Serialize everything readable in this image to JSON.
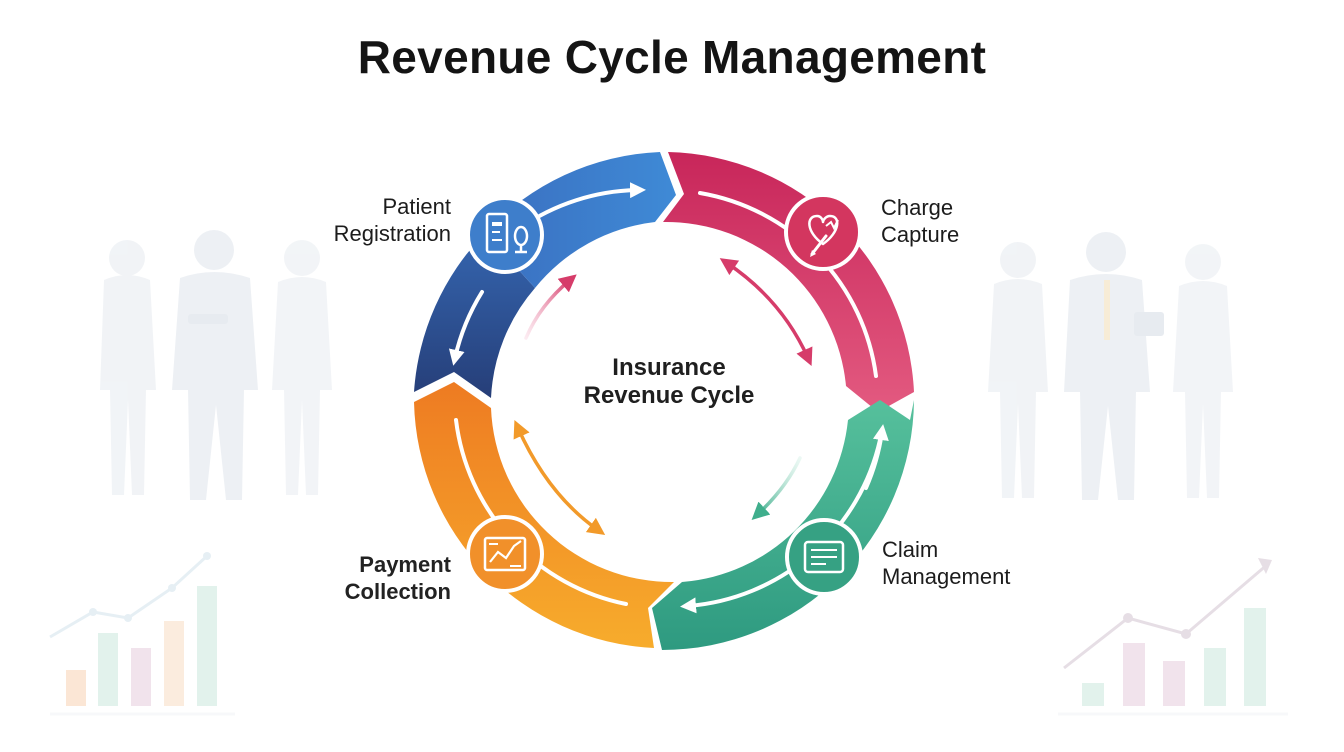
{
  "title": "Revenue Cycle Management",
  "center": {
    "line1": "Insurance",
    "line2": "Revenue Cycle"
  },
  "stages": [
    {
      "id": "registration",
      "line1": "Patient",
      "line2": "Registration",
      "color": "#3f7fcb",
      "icon": "clipboard-icon"
    },
    {
      "id": "charge",
      "line1": "Charge",
      "line2": "Capture",
      "color": "#d63c6a",
      "icon": "heart-pen-icon"
    },
    {
      "id": "claim",
      "line1": "Claim",
      "line2": "Management",
      "color": "#3fae8c",
      "icon": "claim-document-icon"
    },
    {
      "id": "payment",
      "line1": "Payment",
      "line2": "Collection",
      "color": "#f29a2a",
      "icon": "chart-icon"
    }
  ],
  "colors": {
    "blue": "#3f7fcb",
    "navy": "#2c4a86",
    "magenta": "#d63c6a",
    "green": "#3fae8c",
    "orange": "#f29a2a"
  }
}
